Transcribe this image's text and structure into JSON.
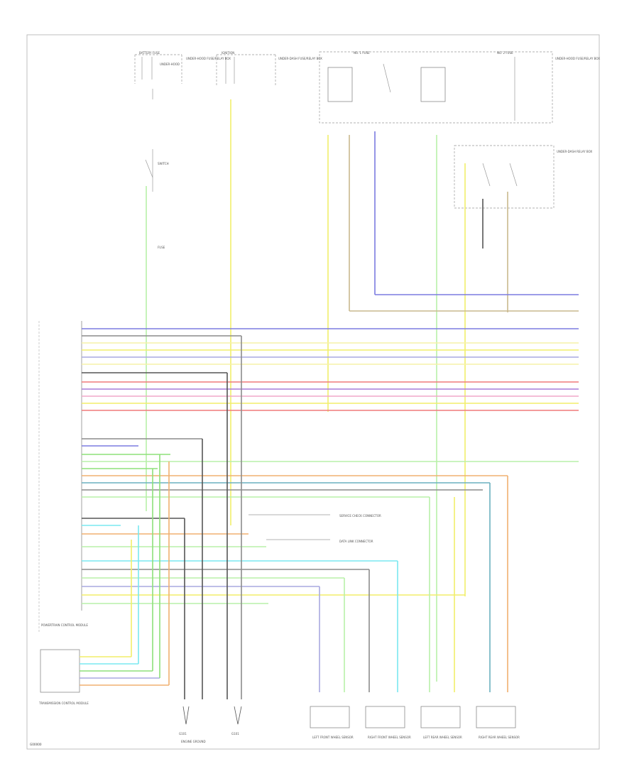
{
  "page": {
    "footer_code": "G00000"
  },
  "colors": {
    "blue": "#7b7be0",
    "yellow": "#f2ee6a",
    "light_yellow": "#f6f2a8",
    "tan": "#c9b98e",
    "green": "#8ee07a",
    "light_green": "#b8f0a8",
    "red": "#f07a7a",
    "pink": "#f0a8c8",
    "purple": "#a67ad8",
    "orange": "#f0b070",
    "gray": "#8c8c8c",
    "dark_gray": "#555555",
    "cyan": "#7ae8f0",
    "teal": "#6ab0c0",
    "black": "#333333"
  },
  "texts": {
    "pcm_label": "POWERTRAIN CONTROL MODULE",
    "tcm_label": "TRANSMISSION CONTROL MODULE",
    "fuse_box_1": "UNDER-HOOD FUSE/RELAY BOX",
    "fuse_box_2": "UNDER-DASH FUSE/RELAY BOX",
    "fuse_box_3": "UNDER-HOOD FUSE/RELAY BOX",
    "relay_box": "UNDER-DASH RELAY BOX",
    "ground_label_1": "G101",
    "ground_label_2": "G101",
    "note_1": "SERVICE CHECK CONNECTOR",
    "note_2": "DATA LINK CONNECTOR",
    "sensor_1": "LEFT FRONT WHEEL SENSOR",
    "sensor_2": "RIGHT FRONT WHEEL SENSOR",
    "sensor_3": "LEFT REAR WHEEL SENSOR",
    "sensor_4": "RIGHT REAR WHEEL SENSOR",
    "bottom_label": "ENGINE GROUND"
  }
}
